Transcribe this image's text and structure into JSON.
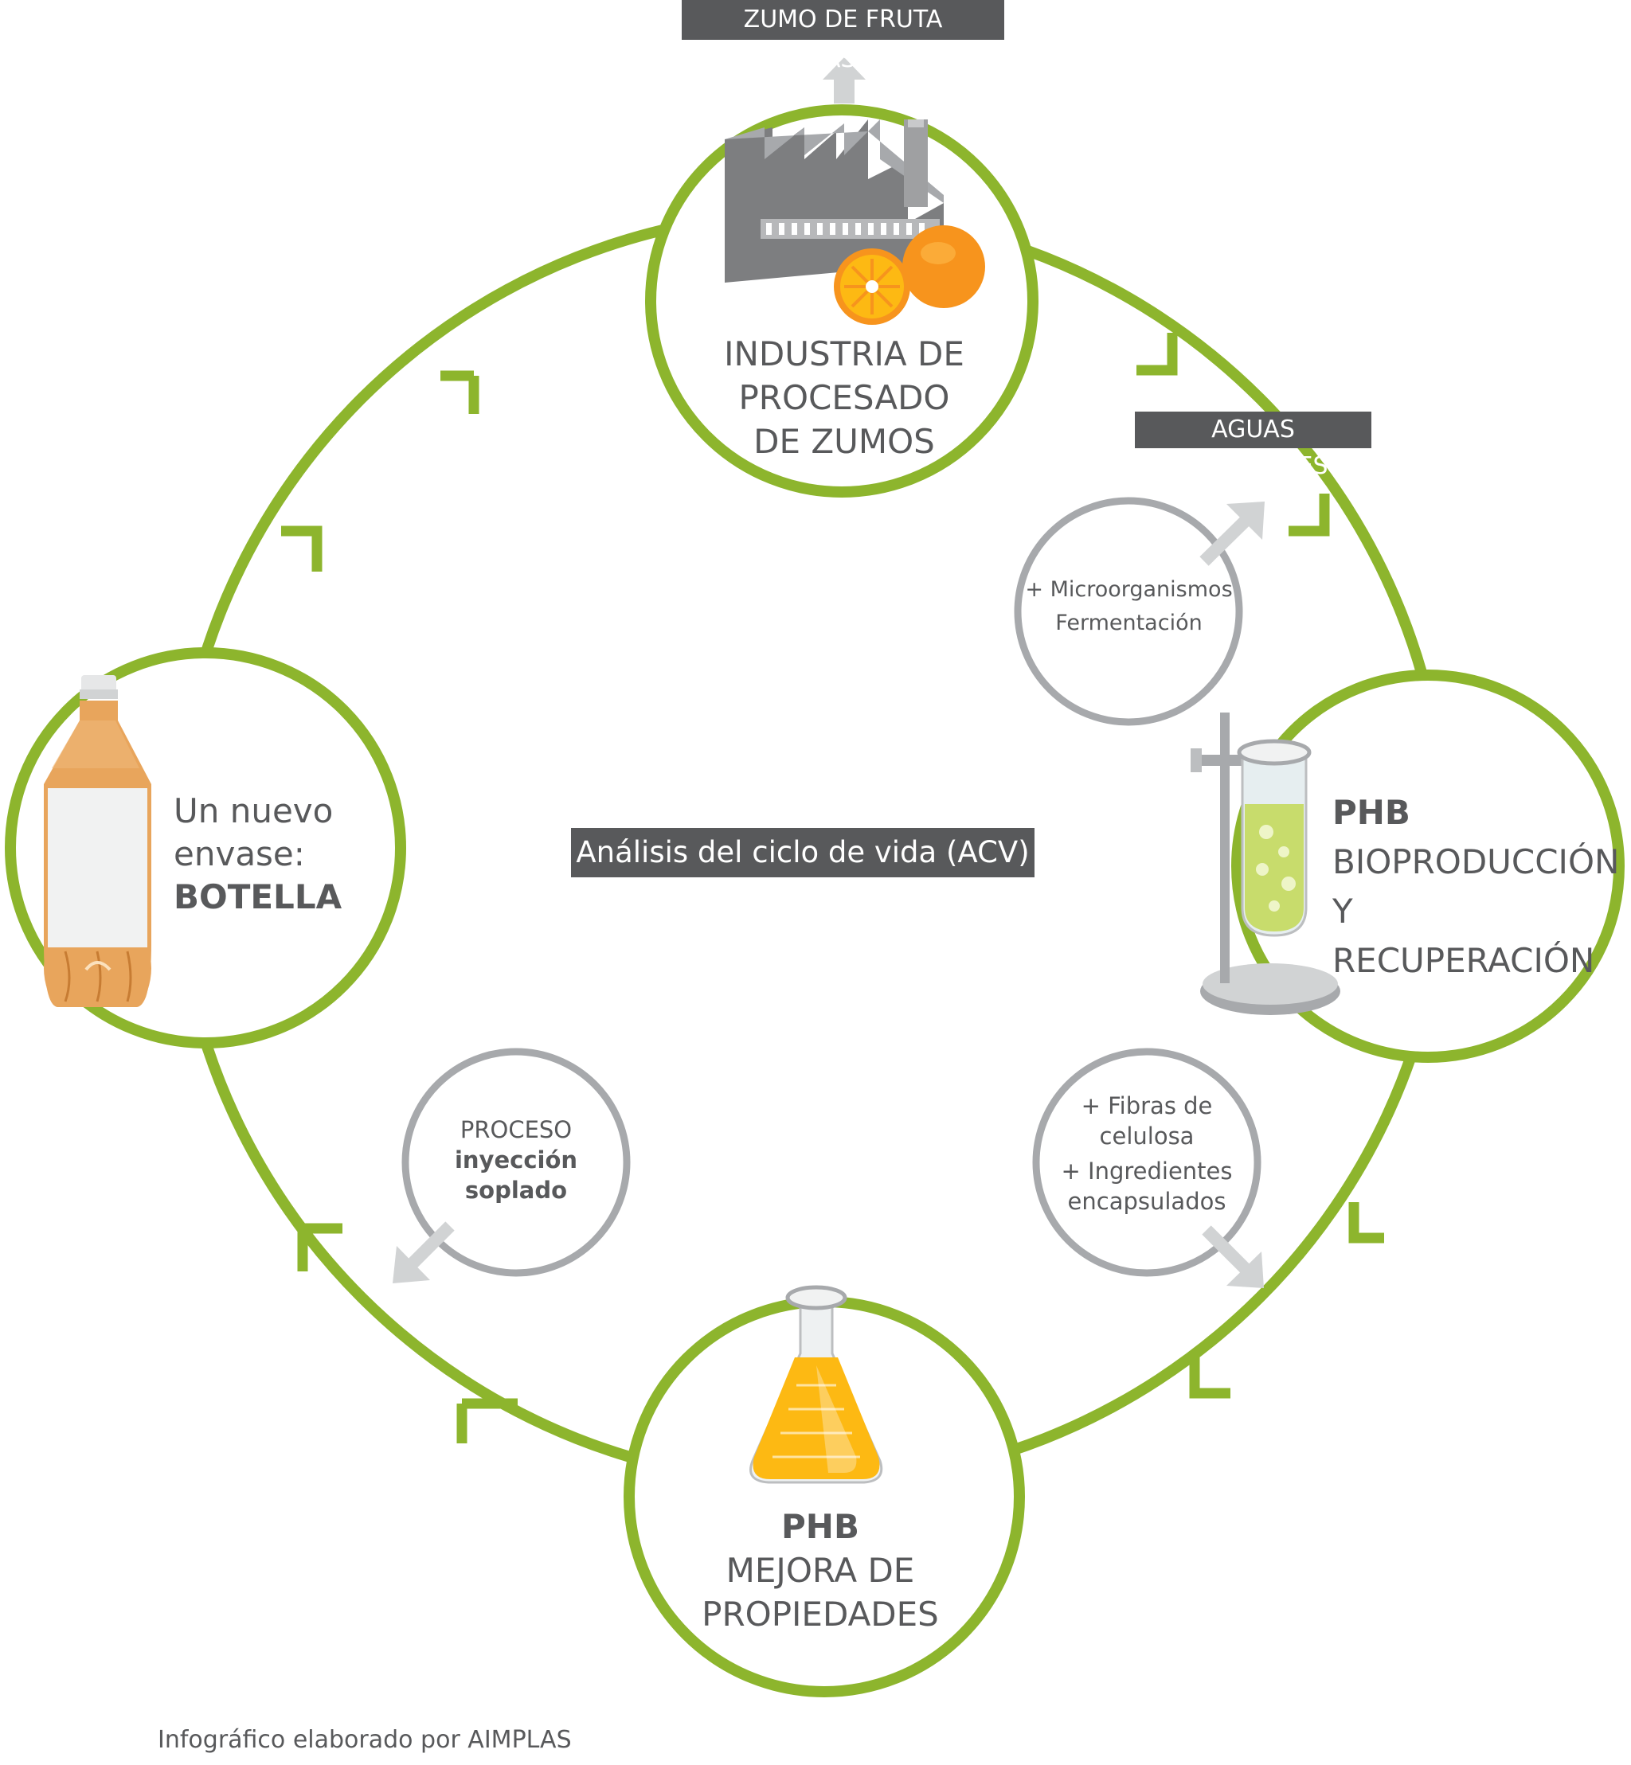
{
  "diagram": {
    "top_label": "ZUMO DE FRUTA ENVASADO",
    "waste_label": "AGUAS RESIDUALES",
    "center_label": "Análisis del ciclo de vida (ACV)",
    "credit": "Infográfico elaborado por AIMPLAS",
    "nodes": {
      "industry": {
        "line1": "INDUSTRIA DE",
        "line2": "PROCESADO",
        "line3": "DE ZUMOS"
      },
      "bioproduction": {
        "title": "PHB",
        "line1": "BIOPRODUCCIÓN",
        "line2": "Y RECUPERACIÓN"
      },
      "improvement": {
        "title": "PHB",
        "line1": "MEJORA DE",
        "line2": "PROPIEDADES"
      },
      "bottle": {
        "line1": "Un nuevo",
        "line2": "envase:",
        "title": "BOTELLA"
      }
    },
    "inputs": {
      "fermentation": {
        "line1": "+ Microorganismos",
        "line2": "Fermentación"
      },
      "additives": {
        "line1": "+ Fibras de",
        "line2": "celulosa",
        "line3": "+ Ingredientes",
        "line4": "encapsulados"
      },
      "process": {
        "line1": "PROCESO",
        "line2": "inyección",
        "line3": "soplado"
      }
    },
    "colors": {
      "cycle_green": "#8db52d",
      "gray_text": "#58595b",
      "light_gray": "#a7a9ac",
      "arrow_gray": "#d1d3d4"
    }
  }
}
